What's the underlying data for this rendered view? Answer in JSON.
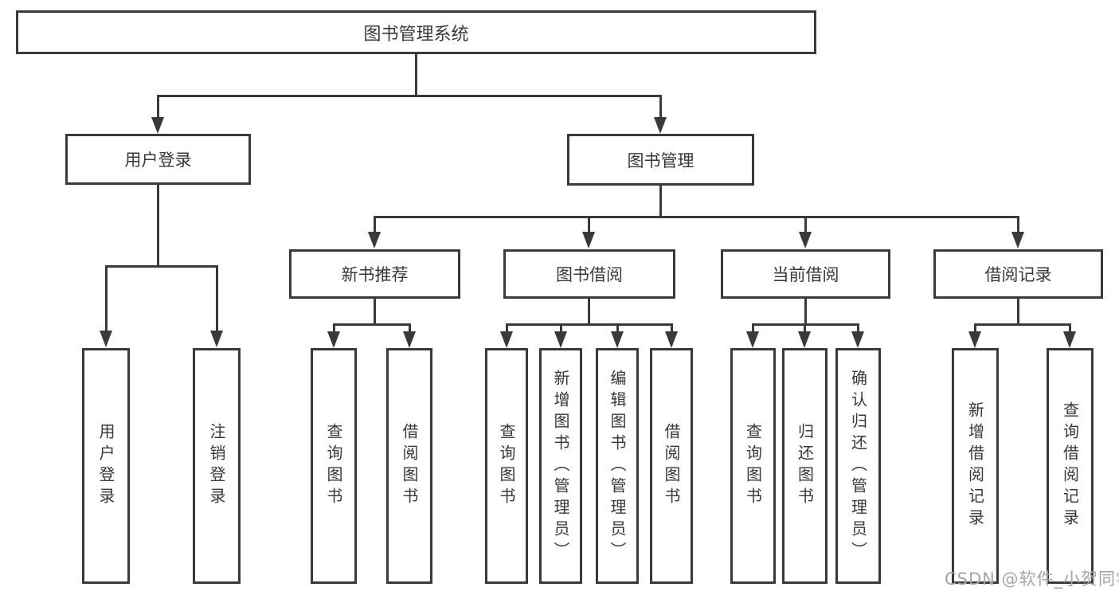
{
  "diagram": {
    "root": {
      "label": "图书管理系统"
    },
    "level2": [
      {
        "label": "用户登录"
      },
      {
        "label": "图书管理"
      }
    ],
    "level3": [
      {
        "label": "新书推荐"
      },
      {
        "label": "图书借阅"
      },
      {
        "label": "当前借阅"
      },
      {
        "label": "借阅记录"
      }
    ],
    "leaves": {
      "user_login": [
        "用户登录",
        "注销登录"
      ],
      "new_book_recommend": [
        "查询图书",
        "借阅图书"
      ],
      "book_borrow": [
        "查询图书",
        "新增图书（管理员）",
        "编辑图书（管理员）",
        "借阅图书"
      ],
      "current_borrow": [
        "查询图书",
        "归还图书",
        "确认归还（管理员）"
      ],
      "borrow_records": [
        "新增借阅记录",
        "查询借阅记录"
      ]
    }
  },
  "watermark": {
    "text": "CSDN @软件_小贺同学"
  },
  "colors": {
    "line": "#3a3a3a",
    "text": "#383838",
    "background": "#ffffff",
    "watermark": "#a2a6ab"
  }
}
